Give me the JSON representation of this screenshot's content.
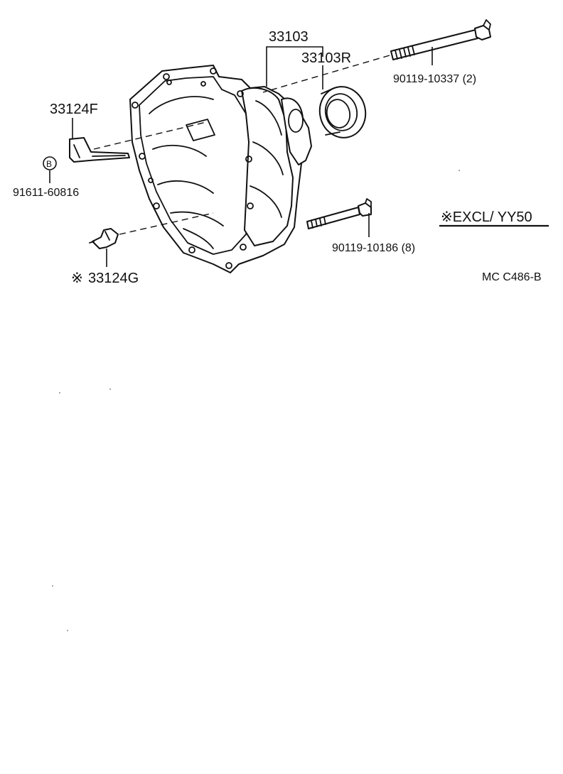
{
  "diagram": {
    "labels": {
      "case": "33103",
      "case_r": "33103R",
      "bolt_long": "90119-10337 (2)",
      "bracket": "33124F",
      "bolt_b_code": "B",
      "bolt_b": "91611-60816",
      "bolt_short": "90119-10186 (8)",
      "clamp": "33124G",
      "clamp_mark": "※",
      "excl": "※EXCL/ YY50",
      "code": "MC  C486-B"
    }
  }
}
